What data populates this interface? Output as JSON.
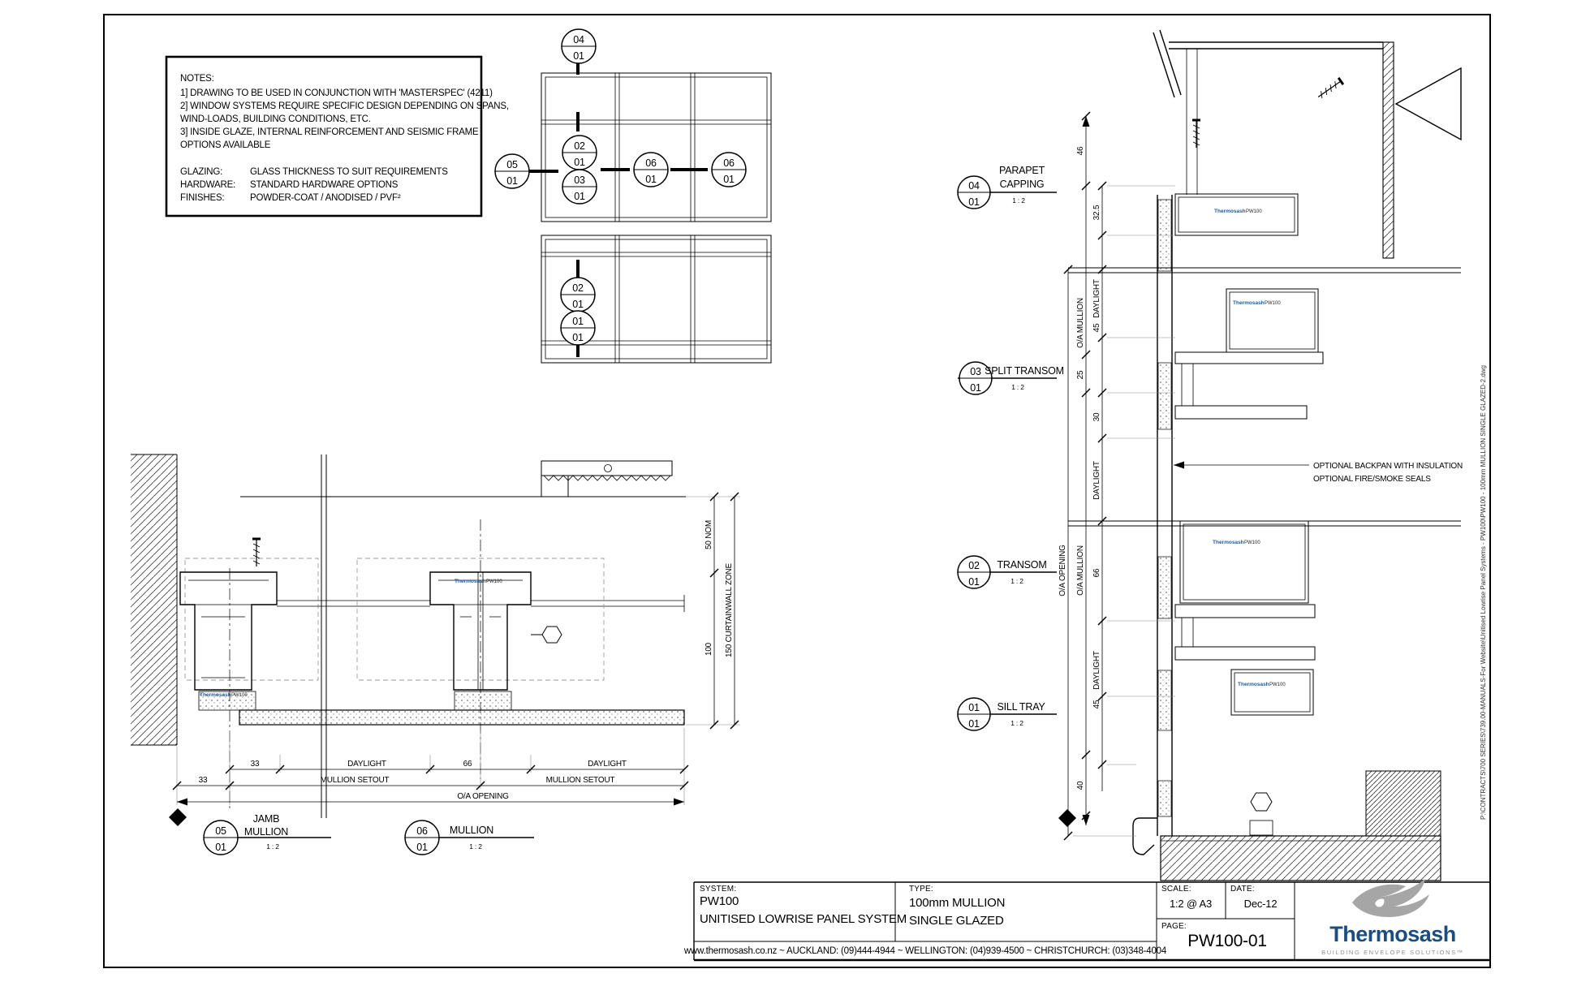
{
  "branding": {
    "name": "Thermosash",
    "code": "PW100"
  },
  "notes": {
    "title": "NOTES:",
    "n1": "1] DRAWING TO BE USED IN CONJUNCTION WITH 'MASTERSPEC' (4211)",
    "n2": "2] WINDOW SYSTEMS REQUIRE SPECIFIC DESIGN DEPENDING ON SPANS,",
    "n2b": "WIND-LOADS, BUILDING CONDITIONS, ETC.",
    "n3": "3] INSIDE GLAZE, INTERNAL REINFORCEMENT AND SEISMIC FRAME",
    "n3b": "OPTIONS AVAILABLE",
    "glazing_label": "GLAZING:",
    "glazing": "GLASS THICKNESS TO SUIT REQUIREMENTS",
    "hardware_label": "HARDWARE:",
    "hardware": "STANDARD HARDWARE OPTIONS",
    "finishes_label": "FINISHES:",
    "finishes": "POWDER-COAT / ANODISED / PVF²"
  },
  "elevation": {
    "c04": {
      "a": "04",
      "b": "01"
    },
    "c05": {
      "a": "05",
      "b": "01"
    },
    "c02": {
      "a": "02",
      "b": "01"
    },
    "c03": {
      "a": "03",
      "b": "01"
    },
    "c06a": {
      "a": "06",
      "b": "01"
    },
    "c06b": {
      "a": "06",
      "b": "01"
    },
    "c02l": {
      "a": "02",
      "b": "01"
    },
    "c01l": {
      "a": "01",
      "b": "01"
    }
  },
  "plan": {
    "jamb": {
      "a": "05",
      "b": "01",
      "l1": "JAMB",
      "l2": "MULLION",
      "scale": "1 : 2"
    },
    "mull": {
      "a": "06",
      "b": "01",
      "l1": "MULLION",
      "scale": "1 : 2"
    },
    "d33a": "33",
    "d33b": "33",
    "day_l": "DAYLIGHT",
    "d66": "66",
    "day_r": "DAYLIGHT",
    "setout_l": "MULLION SETOUT",
    "setout_r": "MULLION SETOUT",
    "oa": "O/A OPENING",
    "v50": "50 NOM",
    "v150": "150 CURTAINWALL ZONE",
    "v100": "100"
  },
  "section": {
    "parapet": {
      "a": "04",
      "b": "01",
      "l1": "PARAPET",
      "l2": "CAPPING",
      "scale": "1 : 2"
    },
    "split": {
      "a": "03",
      "b": "01",
      "l1": "SPLIT TRANSOM",
      "scale": "1 : 2"
    },
    "transom": {
      "a": "02",
      "b": "01",
      "l1": "TRANSOM",
      "scale": "1 : 2"
    },
    "sill": {
      "a": "01",
      "b": "01",
      "l1": "SILL TRAY",
      "scale": "1 : 2"
    },
    "d46": "46",
    "d32": "32.5",
    "day1": "DAYLIGHT",
    "d45a": "45",
    "d25": "25",
    "d30": "30",
    "day2": "DAYLIGHT",
    "d66": "66",
    "day3": "DAYLIGHT",
    "d45b": "45",
    "d40": "40",
    "oam1": "O/A MULLION",
    "oam2": "O/A MULLION",
    "oao": "O/A OPENING",
    "ann1": "OPTIONAL BACKPAN WITH INSULATION",
    "ann2": "OPTIONAL FIRE/SMOKE SEALS"
  },
  "titleblock": {
    "system_label": "SYSTEM:",
    "system1": "PW100",
    "system2": "UNITISED LOWRISE PANEL SYSTEM",
    "type_label": "TYPE:",
    "type1": "100mm MULLION",
    "type2": "SINGLE GLAZED",
    "scale_label": "SCALE:",
    "scale": "1:2 @ A3",
    "date_label": "DATE:",
    "date": "Dec-12",
    "page_label": "PAGE:",
    "page": "PW100-01",
    "logo_name": "Thermosash",
    "tagline": "BUILDING ENVELOPE SOLUTIONS™",
    "footer": "www.thermosash.co.nz  ~  AUCKLAND: (09)444-4944  ~  WELLINGTON: (04)939-4500  ~  CHRISTCHURCH: (03)348-4004"
  },
  "stamp": "P:\\CONTRACTS\\700 SERIES\\739.00-MANUALS-For Website\\Unitised Lowrise Panel Systems - PW100\\PW100 - 100mm MULLION SINGLE GLAZED-2.dwg",
  "colors": {
    "blue": "#1a5da0",
    "logo_blue": "#1b4e7e",
    "logo_gray": "#a6a6a6",
    "ink": "#000000"
  }
}
